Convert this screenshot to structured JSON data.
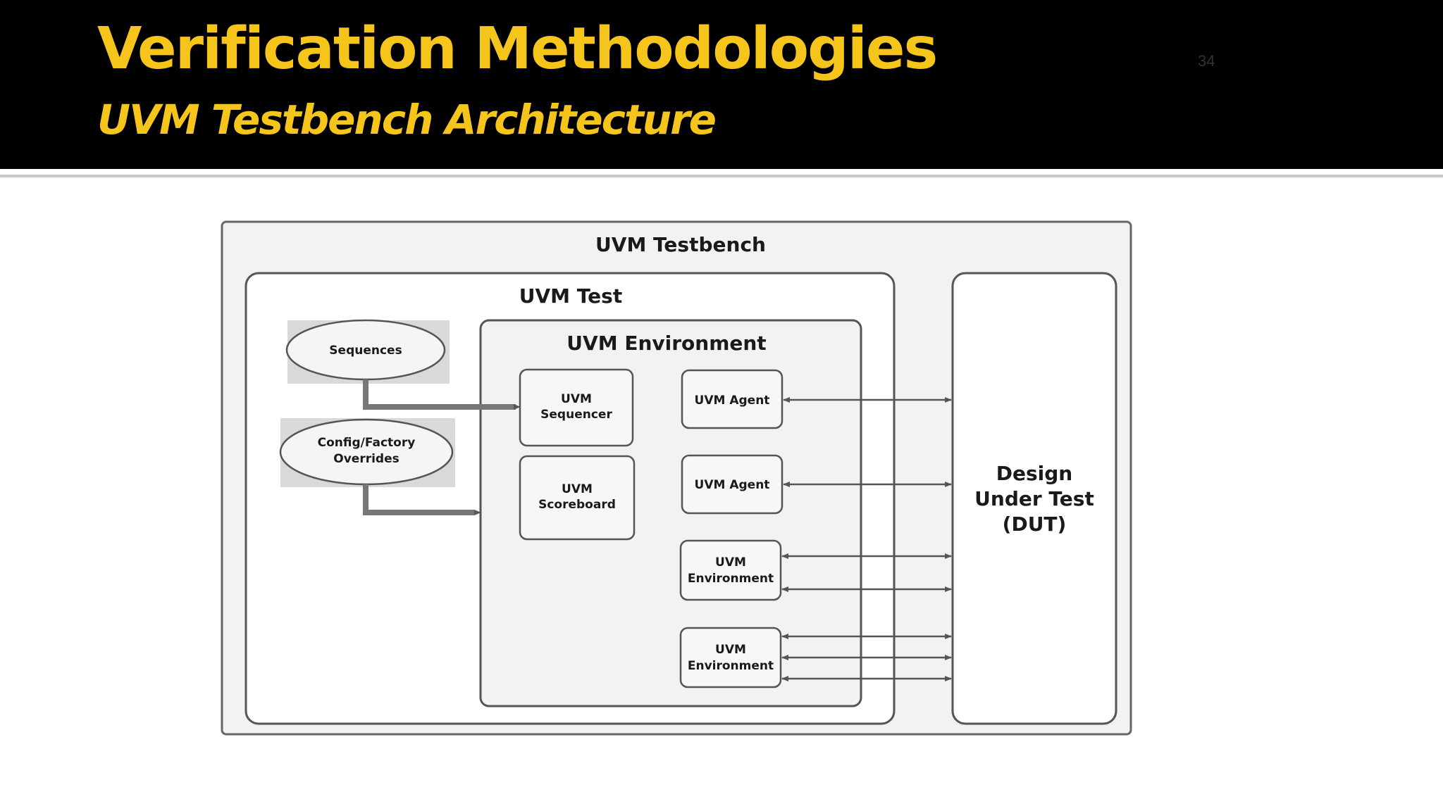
{
  "slide": {
    "title": "Verification Methodologies",
    "subtitle": "UVM Testbench Architecture",
    "number": "34"
  },
  "colors": {
    "header_bg": "#000000",
    "title_color": "#f6c51b",
    "diagram_bg": "#f2f2f2",
    "box_border": "#555555"
  },
  "diagram": {
    "testbench_label": "UVM Testbench",
    "test_label": "UVM Test",
    "environment_label": "UVM Environment",
    "sequences": "Sequences",
    "config_line1": "Config/Factory",
    "config_line2": "Overrides",
    "sequencer_line1": "UVM",
    "sequencer_line2": "Sequencer",
    "scoreboard_line1": "UVM",
    "scoreboard_line2": "Scoreboard",
    "agent1": "UVM Agent",
    "agent2": "UVM Agent",
    "subenv1_line1": "UVM",
    "subenv1_line2": "Environment",
    "subenv2_line1": "UVM",
    "subenv2_line2": "Environment",
    "dut_line1": "Design",
    "dut_line2": "Under Test",
    "dut_line3": "(DUT)"
  }
}
